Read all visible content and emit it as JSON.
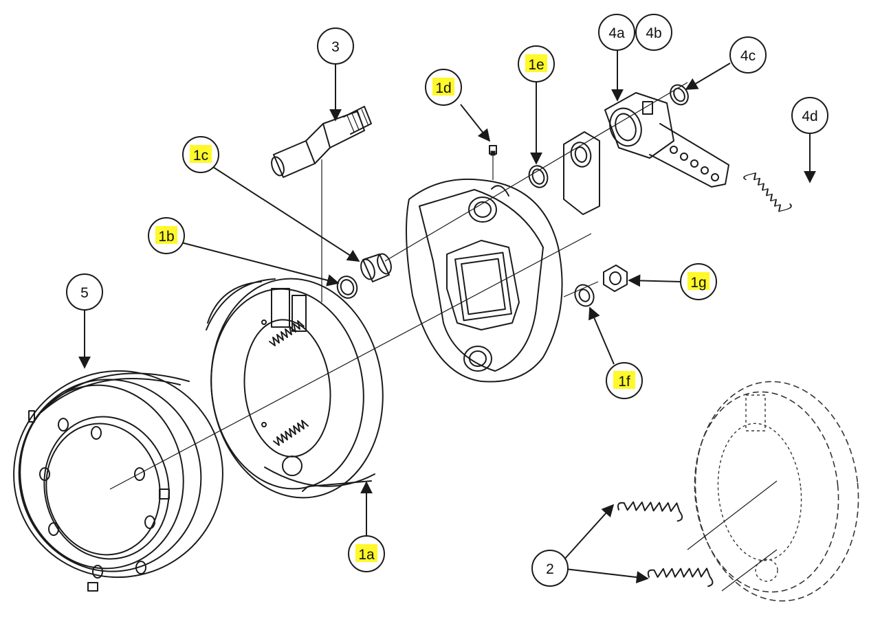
{
  "labels": {
    "p1a": "1a",
    "p1b": "1b",
    "p1c": "1c",
    "p1d": "1d",
    "p1e": "1e",
    "p1f": "1f",
    "p1g": "1g",
    "p2": "2",
    "p3": "3",
    "p4a": "4a",
    "p4b": "4b",
    "p4c": "4c",
    "p4d": "4d",
    "p5": "5"
  },
  "colors": {
    "highlight": "#fff82a",
    "line": "#1a1a1a",
    "background": "#ffffff"
  },
  "highlighted_labels": [
    "1a",
    "1b",
    "1c",
    "1d",
    "1e",
    "1f",
    "1g"
  ]
}
